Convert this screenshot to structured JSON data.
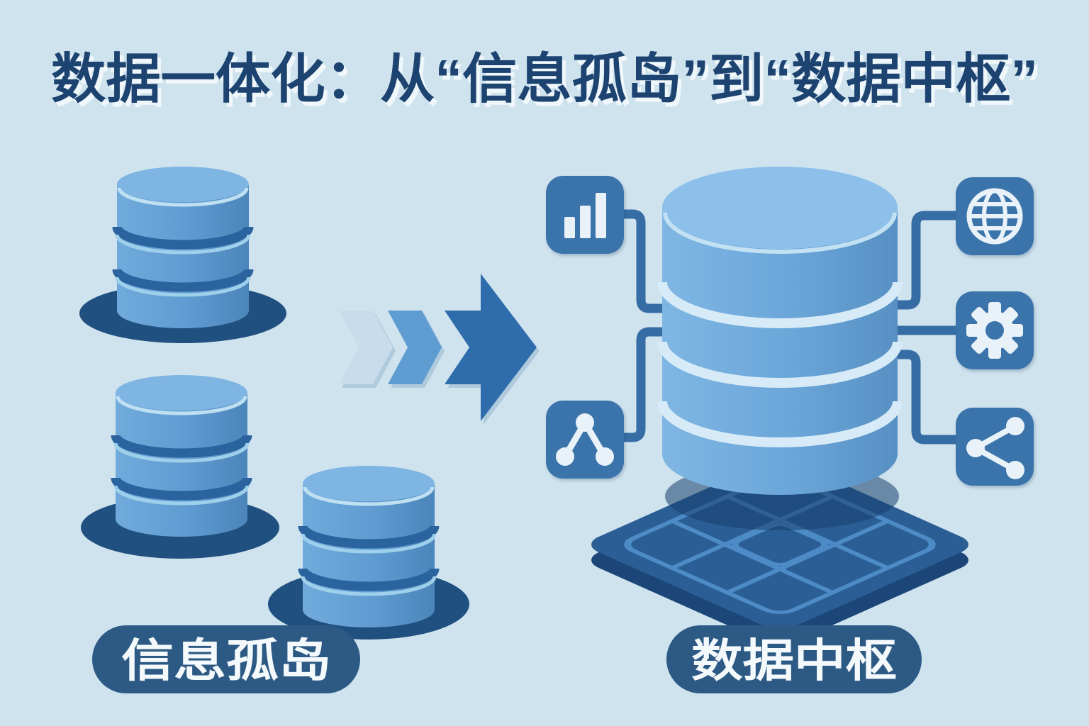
{
  "title": "数据一体化：从“信息孤岛”到“数据中枢”",
  "badges": {
    "left": "信息孤岛",
    "right": "数据中枢"
  },
  "silos": {
    "count": 3,
    "label": "信息孤岛"
  },
  "hub": {
    "label": "数据中枢",
    "connected_icons_left": [
      "bar-chart-icon",
      "git-branch-icon"
    ],
    "connected_icons_right": [
      "globe-icon",
      "gear-icon",
      "share-icon"
    ]
  },
  "arrow": {
    "direction": "right",
    "segments": 3
  },
  "colors": {
    "background": "#cfe3ee",
    "title": "#1d4371",
    "badge_bg": "#2d5a84",
    "badge_text": "#f4f9fc",
    "tile": "#3b74ab",
    "icon_glyph": "#e9f2f9",
    "connector": "#366da4",
    "arrow_light": "#c9dcec",
    "arrow_mid": "#5f9cd2",
    "arrow_dark": "#2e6cab",
    "db_top": "#7eb5e2",
    "db_body_light": "#71abdc",
    "db_body_dark": "#4b85ba",
    "db_groove": "#2b639e",
    "db_band_light": "#d6ebf7",
    "shadow_oval": "#20507f",
    "platform_top": "#2b5e95",
    "platform_side": "#1c4677",
    "grid_line": "#4c8bc6"
  }
}
